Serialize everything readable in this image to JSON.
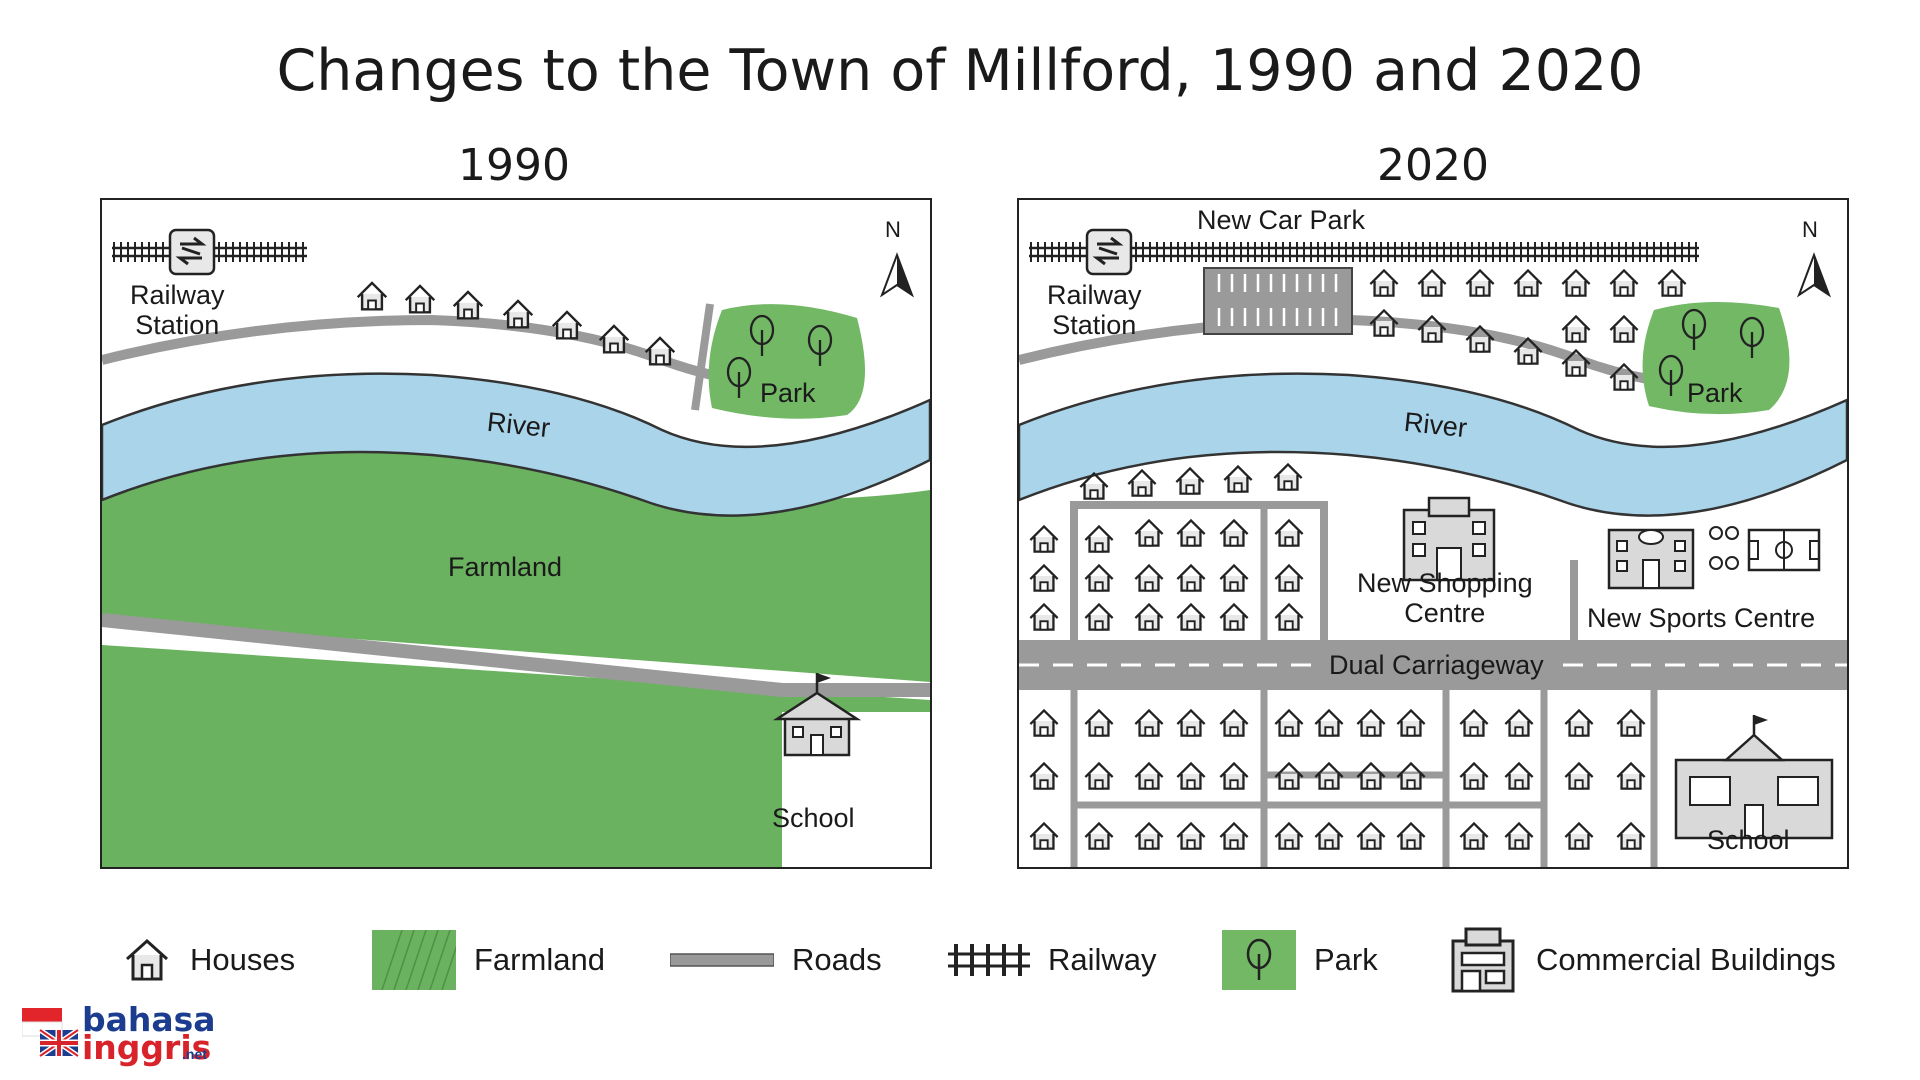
{
  "title": "Changes to the Town of Millford, 1990 and 2020",
  "map_1990": {
    "year": "1990",
    "north": "N",
    "railway_station": "Railway\nStation",
    "park": "Park",
    "river": "River",
    "farmland": "Farmland",
    "school": "School"
  },
  "map_2020": {
    "year": "2020",
    "north": "N",
    "new_car_park": "New Car Park",
    "railway_station": "Railway\nStation",
    "park": "Park",
    "river": "River",
    "shopping_centre": "New Shopping\nCentre",
    "sports_centre": "New Sports Centre",
    "dual_carriageway": "Dual Carriageway",
    "school": "School"
  },
  "legend": {
    "houses": "Houses",
    "farmland": "Farmland",
    "roads": "Roads",
    "railway": "Railway",
    "park": "Park",
    "commercial": "Commercial Buildings"
  },
  "logo": {
    "part1": "bahasa",
    "part2": "inggris",
    "part3": ".net"
  },
  "colors": {
    "farmland": "#6ab25f",
    "river": "#a9d4ea",
    "road": "#9a9a9a",
    "park": "#72b865"
  }
}
